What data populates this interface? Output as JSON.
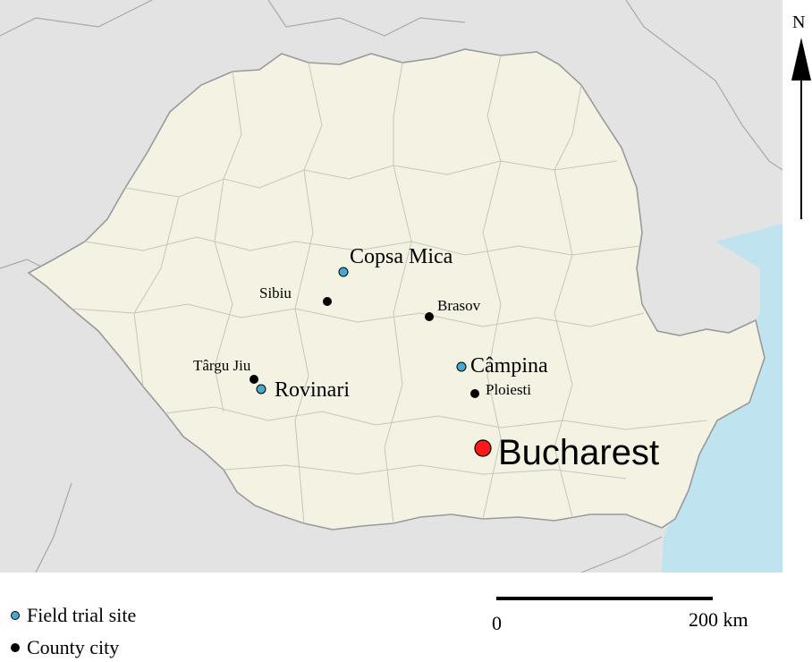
{
  "map": {
    "colors": {
      "romania_fill": "#f4f2e2",
      "neighbor_fill": "#e3e3e3",
      "sea_fill": "#bfe3ef",
      "border": "#a0a0a0",
      "county_border": "#c6c6bc",
      "site_fill": "#48a8d0",
      "city_fill": "#000000",
      "capital_fill": "#ff1a1a"
    },
    "field_sites": [
      {
        "name": "Copsa Mica"
      },
      {
        "name": "Câmpina"
      },
      {
        "name": "Rovinari"
      }
    ],
    "county_cities": [
      {
        "name": "Sibiu"
      },
      {
        "name": "Brasov"
      },
      {
        "name": "Târgu Jiu"
      },
      {
        "name": "Ploiesti"
      }
    ],
    "capital": {
      "name": "Bucharest"
    }
  },
  "legend": {
    "site_label": "Field trial site",
    "city_label": "County city"
  },
  "scale": {
    "start_label": "0",
    "end_label": "200 km"
  },
  "north": {
    "label": "N"
  }
}
